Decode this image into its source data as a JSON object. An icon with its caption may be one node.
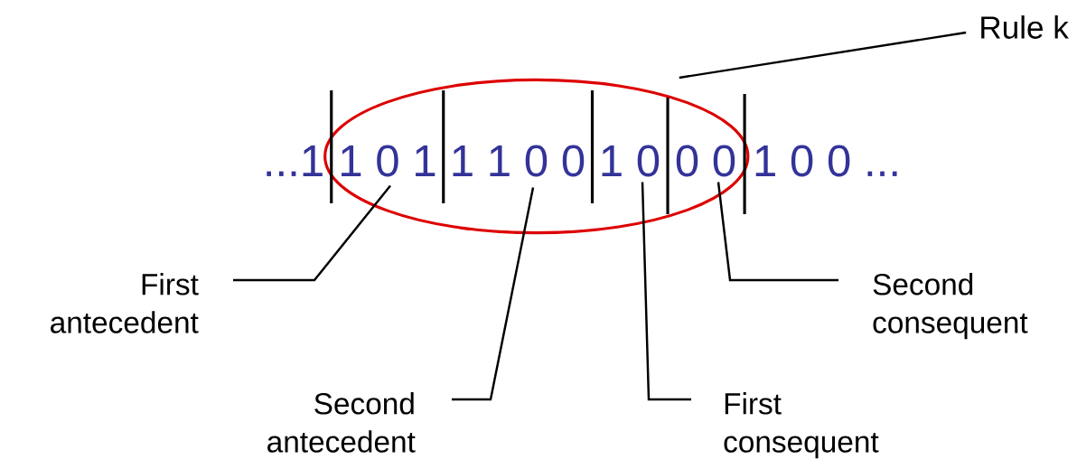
{
  "diagram": {
    "nodes": [
      {
        "text": [
          "Rule k"
        ]
      },
      {
        "text": [],
        "shape": "ellipse"
      },
      {
        "text": [
          "First antecedent"
        ]
      },
      {
        "text": [
          "Second antecedent"
        ]
      },
      {
        "text": [
          "First consequent"
        ]
      },
      {
        "text": [
          "Second consequent"
        ]
      },
      {
        "text": [
          "...1"
        ]
      },
      {
        "text": [
          "1 0 1"
        ],
        "in": 1
      },
      {
        "text": [
          "1 1 0 0"
        ],
        "in": 1
      },
      {
        "text": [
          "1 0"
        ],
        "in": 1
      },
      {
        "text": [
          "0 0"
        ],
        "in": 1
      },
      {
        "text": [
          "1 0 0 ..."
        ]
      }
    ],
    "edges": [
      {
        "from": 0,
        "to": 1,
        "arrow": "none"
      },
      {
        "from": 2,
        "to": 7,
        "arrow": "none"
      },
      {
        "from": 3,
        "to": 8,
        "arrow": "none"
      },
      {
        "from": 4,
        "to": 9,
        "arrow": "none"
      },
      {
        "from": 5,
        "to": 10,
        "arrow": "none"
      }
    ]
  }
}
